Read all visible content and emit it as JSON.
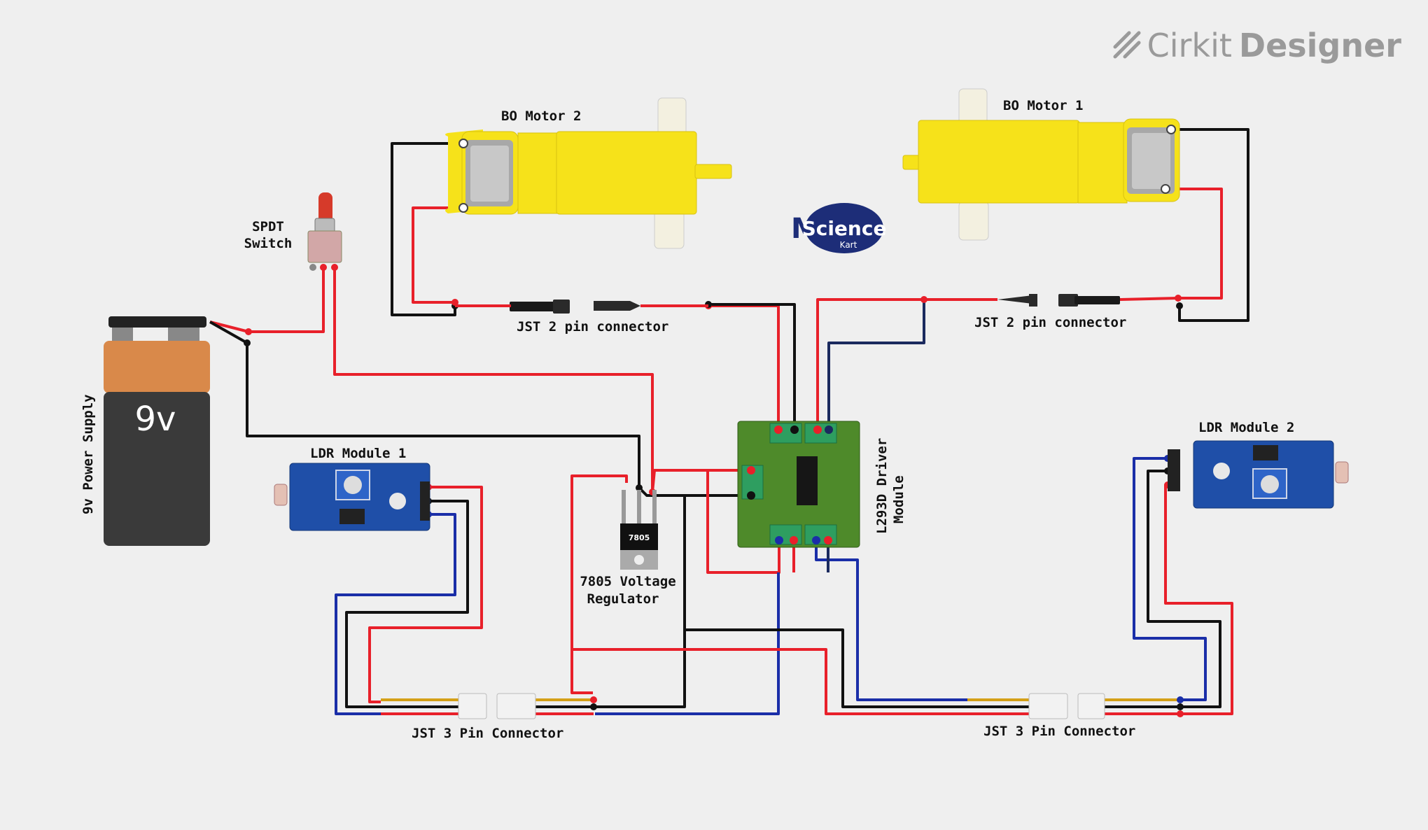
{
  "brand": {
    "name_part1": "Cirkit",
    "name_part2": "Designer"
  },
  "watermark": {
    "line1": "My",
    "line2": "Science",
    "line3": "Kart"
  },
  "components": {
    "motor2": {
      "label": "BO Motor 2"
    },
    "motor1": {
      "label": "BO Motor 1"
    },
    "switch": {
      "label_line1": "SPDT",
      "label_line2": "Switch"
    },
    "battery": {
      "label": "9v Power Supply",
      "face_text": "9v"
    },
    "jst2_left": {
      "label": "JST 2 pin connector"
    },
    "jst2_right": {
      "label": "JST 2 pin connector"
    },
    "ldr1": {
      "label": "LDR Module 1"
    },
    "ldr2": {
      "label": "LDR Module 2"
    },
    "regulator": {
      "label_line1": "7805 Voltage",
      "label_line2": "Regulator",
      "chip_text": "7805"
    },
    "driver": {
      "label_line1": "L293D Driver",
      "label_line2": "Module"
    },
    "jst3_left": {
      "label": "JST 3 Pin Connector"
    },
    "jst3_right": {
      "label": "JST 3 Pin Connector"
    }
  },
  "colors": {
    "background": "#efefef",
    "wire_red": "#e8202a",
    "wire_black": "#111111",
    "wire_blue": "#1a2ea8",
    "wire_navy": "#1b2a5e",
    "motor_yellow": "#f6e21a",
    "pcb_blue": "#1f4fa8",
    "pcb_green": "#4e8a2a",
    "battery_orange": "#d9894a",
    "battery_dark": "#3a3a3a"
  }
}
